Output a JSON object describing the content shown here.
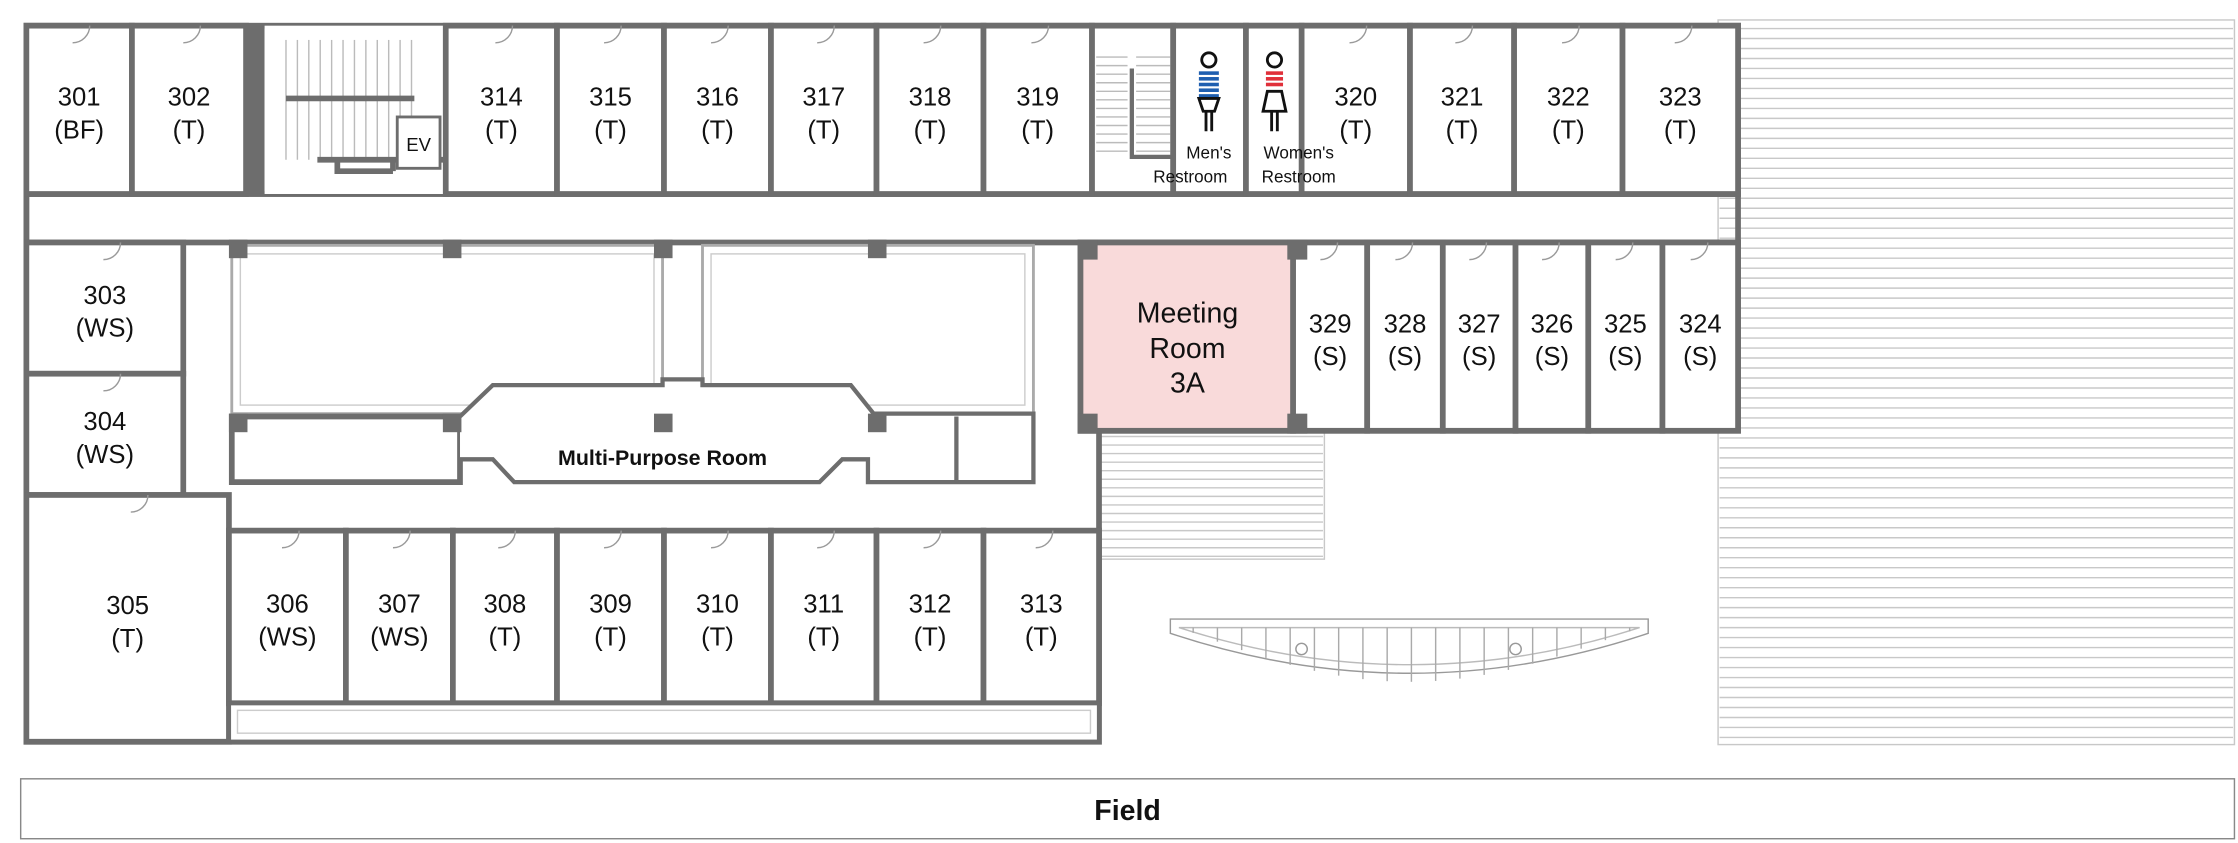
{
  "rooms": {
    "r301": {
      "num": "301",
      "type": "(BF)"
    },
    "r302": {
      "num": "302",
      "type": "(T)"
    },
    "r314": {
      "num": "314",
      "type": "(T)"
    },
    "r315": {
      "num": "315",
      "type": "(T)"
    },
    "r316": {
      "num": "316",
      "type": "(T)"
    },
    "r317": {
      "num": "317",
      "type": "(T)"
    },
    "r318": {
      "num": "318",
      "type": "(T)"
    },
    "r319": {
      "num": "319",
      "type": "(T)"
    },
    "r320": {
      "num": "320",
      "type": "(T)"
    },
    "r321": {
      "num": "321",
      "type": "(T)"
    },
    "r322": {
      "num": "322",
      "type": "(T)"
    },
    "r323": {
      "num": "323",
      "type": "(T)"
    },
    "r303": {
      "num": "303",
      "type": "(WS)"
    },
    "r304": {
      "num": "304",
      "type": "(WS)"
    },
    "r305": {
      "num": "305",
      "type": "(T)"
    },
    "r306": {
      "num": "306",
      "type": "(WS)"
    },
    "r307": {
      "num": "307",
      "type": "(WS)"
    },
    "r308": {
      "num": "308",
      "type": "(T)"
    },
    "r309": {
      "num": "309",
      "type": "(T)"
    },
    "r310": {
      "num": "310",
      "type": "(T)"
    },
    "r311": {
      "num": "311",
      "type": "(T)"
    },
    "r312": {
      "num": "312",
      "type": "(T)"
    },
    "r313": {
      "num": "313",
      "type": "(T)"
    },
    "r329": {
      "num": "329",
      "type": "(S)"
    },
    "r328": {
      "num": "328",
      "type": "(S)"
    },
    "r327": {
      "num": "327",
      "type": "(S)"
    },
    "r326": {
      "num": "326",
      "type": "(S)"
    },
    "r325": {
      "num": "325",
      "type": "(S)"
    },
    "r324": {
      "num": "324",
      "type": "(S)"
    }
  },
  "ev": "EV",
  "mens": {
    "line1": "Men's",
    "line2": "Restroom"
  },
  "womens": {
    "line1": "Women's",
    "line2": "Restroom"
  },
  "meeting": {
    "line1": "Meeting",
    "line2": "Room",
    "line3": "3A",
    "color": "#f9dada"
  },
  "multipurpose": "Multi-Purpose Room",
  "field": "Field",
  "colors": {
    "mens": "#1f5fb0",
    "womens": "#e0303a"
  }
}
